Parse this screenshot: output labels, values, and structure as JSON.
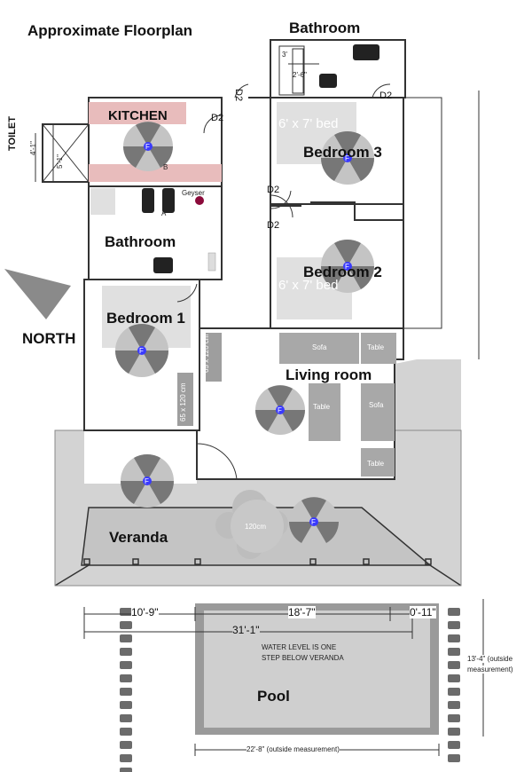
{
  "title": "Approximate Floorplan",
  "rooms": {
    "bathroom_top": "Bathroom",
    "kitchen": "KITCHEN",
    "toilet": "TOILET",
    "bedroom3": "Bedroom 3",
    "bedroom2": "Bedroom 2",
    "bathroom_mid": "Bathroom",
    "bedroom1": "Bedroom 1",
    "living": "Living room",
    "veranda": "Veranda",
    "pool": "Pool",
    "north": "NORTH"
  },
  "doors": {
    "d2": "D2"
  },
  "labels": {
    "geyser": "Geyser",
    "fan": "F",
    "kitchen_b": "B",
    "kitchen_a": "A",
    "bed_small": "6' x 7' bed",
    "bed_65": "65 x 120 cm",
    "sofa": "Sofa",
    "table": "Table",
    "round_table": "120cm",
    "shower": "3'",
    "shower2": "2'-6\"",
    "water_note_1": "WATER LEVEL IS ONE",
    "water_note_2": "STEP BELOW VERANDA",
    "toilet_dim_a": "4'-1\"",
    "toilet_dim_b": "5'-1\""
  },
  "dimensions": {
    "d1": "10'-9\"",
    "d2": "18'-7\"",
    "d3": "0'-11\"",
    "total": "31'-1\"",
    "pool_height": "13'-4\" (outside",
    "pool_height2": "measurement)",
    "pool_width": "22'-8\" (outside measurement)"
  },
  "colors": {
    "wall": "#333333",
    "floor_grey": "#d5d5d5",
    "furniture": "#a8a8a8",
    "fan_blade": "#777777",
    "fan_center": "#3a3aff",
    "kitchen_band": "#e8bcbc",
    "geyser": "#8b0a3a"
  }
}
